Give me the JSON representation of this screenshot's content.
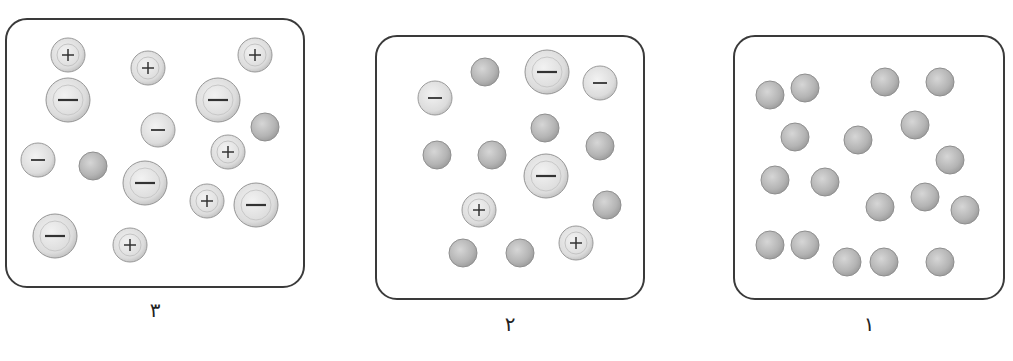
{
  "diagram": {
    "nodes": [
      {
        "text": [
          "۱"
        ]
      },
      {
        "text": [
          "۲"
        ]
      },
      {
        "text": [
          "۳"
        ]
      }
    ]
  }
}
